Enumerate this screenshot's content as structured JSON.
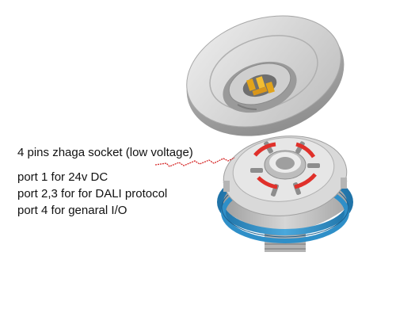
{
  "diagram": {
    "title": "4 pins zhaga socket (low voltage)",
    "ports": [
      "port 1 for 24v DC",
      "port 2,3 for for DALI protocol",
      "port 4 for genaral I/O"
    ]
  },
  "colors": {
    "gasket": "#2f8fc8",
    "contact_red": "#e0302a",
    "contact_gold": "#e2a41b",
    "body_grey": "#c9c9c9",
    "leader_line": "#d62a2a"
  }
}
